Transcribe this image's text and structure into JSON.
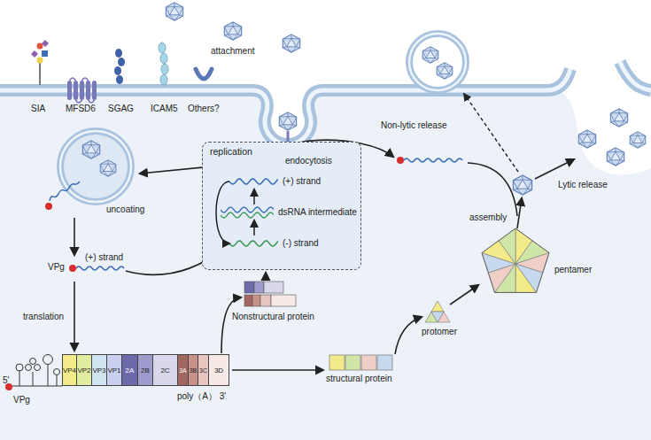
{
  "diagram": {
    "nodes": [
      {
        "text": [
          "replication"
        ]
      },
      {
        "text": [
          "(+) strand"
        ],
        "in": 0
      },
      {
        "text": [
          "dsRNA intermediate"
        ],
        "in": 0
      },
      {
        "text": [
          "(-) strand"
        ],
        "in": 0
      },
      {
        "text": [
          "VP4"
        ]
      },
      {
        "text": [
          "VP2"
        ]
      },
      {
        "text": [
          "VP3"
        ]
      },
      {
        "text": [
          "VP1"
        ]
      },
      {
        "text": [
          "2A"
        ]
      },
      {
        "text": [
          "2B"
        ]
      },
      {
        "text": [
          "2C"
        ]
      },
      {
        "text": [
          "3A"
        ]
      },
      {
        "text": [
          "3B"
        ]
      },
      {
        "text": [
          "3C"
        ]
      },
      {
        "text": [
          "3D"
        ]
      }
    ],
    "edges": [
      {
        "from": 3,
        "to": 2,
        "arrow": "to"
      },
      {
        "from": 2,
        "to": 1,
        "arrow": "to"
      },
      {
        "from": 1,
        "to": 3,
        "arrow": "to"
      }
    ],
    "labels": [
      "attachment",
      "SIA",
      "MFSD6",
      "SGAG",
      "ICAM5",
      "Others?",
      "endocytosis",
      "uncoating",
      "VPg",
      "(+) strand",
      "translation",
      "5'",
      "VPg",
      "poly（A） 3'",
      "Nonstructural protein",
      "structural protein",
      "protomer",
      "pentamer",
      "assembly",
      "Lytic release",
      "Non-lytic release"
    ]
  }
}
